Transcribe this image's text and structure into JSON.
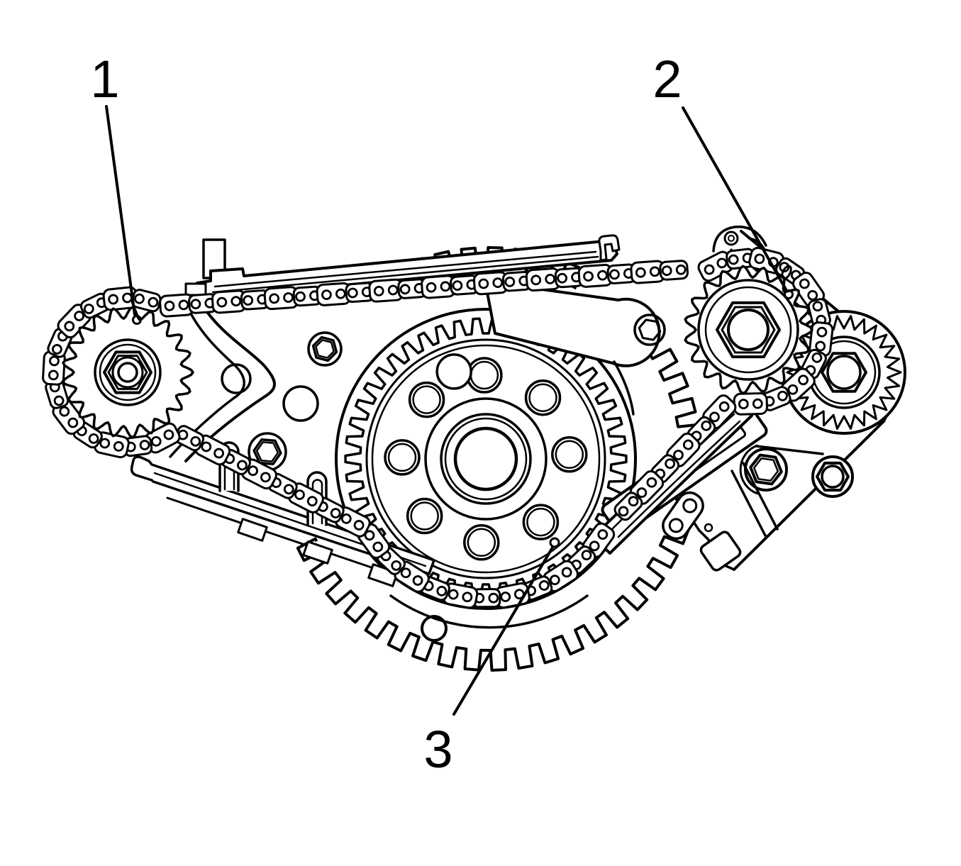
{
  "figure": {
    "background": "#ffffff",
    "line_color": "#000000",
    "callouts": [
      {
        "num": "1"
      },
      {
        "num": "2"
      },
      {
        "num": "3"
      }
    ]
  }
}
